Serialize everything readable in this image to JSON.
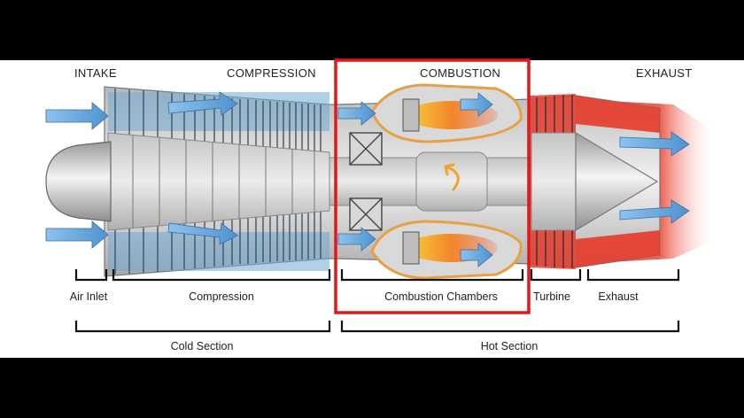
{
  "stages": {
    "intake": "INTAKE",
    "compression": "COMPRESSION",
    "combustion": "COMBUSTION",
    "exhaust": "EXHAUST"
  },
  "sections": {
    "air_inlet": "Air Inlet",
    "compression": "Compression",
    "combustion_chambers": "Combustion Chambers",
    "turbine": "Turbine",
    "exhaust": "Exhaust"
  },
  "groups": {
    "cold": "Cold Section",
    "hot": "Hot Section"
  },
  "colors": {
    "highlight": "#e01818",
    "airflow": "#5a9fd8",
    "hot_metal": "#e53a2a",
    "chamber": "#e8a045"
  }
}
